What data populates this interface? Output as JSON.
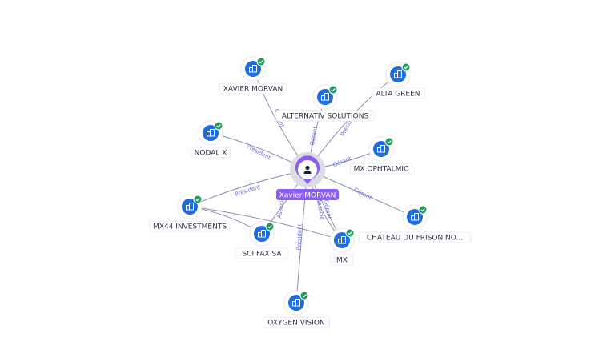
{
  "colors": {
    "node_blue": "#1f6be0",
    "check_green": "#1e9e57",
    "center_purple": "#8b5cf6",
    "edge_label": "#6d6fd8",
    "edge": "#8a8fb0"
  },
  "center": {
    "label": "Xavier MORVAN",
    "icon": "person-icon"
  },
  "companies": [
    {
      "id": "xavier-morvan",
      "label": "XAVIER MORVAN",
      "icon": "building-icon",
      "verified": true
    },
    {
      "id": "alternativ-solutions",
      "label": "ALTERNATIV SOLUTIONS",
      "icon": "building-icon",
      "verified": true
    },
    {
      "id": "alta-green",
      "label": "ALTA GREEN",
      "icon": "building-icon",
      "verified": true
    },
    {
      "id": "nodal-x",
      "label": "NODAL X",
      "icon": "building-icon",
      "verified": true
    },
    {
      "id": "mx-ophtalmic",
      "label": "MX OPHTALMIC",
      "icon": "building-icon",
      "verified": true
    },
    {
      "id": "mx44-investments",
      "label": "MX44 INVESTMENTS",
      "icon": "building-icon",
      "verified": true
    },
    {
      "id": "chateau-du-frison",
      "label": "CHATEAU DU FRISON NO...",
      "icon": "building-icon",
      "verified": true
    },
    {
      "id": "sci-fax-sa",
      "label": "SCI FAX SA",
      "icon": "building-icon",
      "verified": true
    },
    {
      "id": "mx",
      "label": "MX",
      "icon": "building-icon",
      "verified": true
    },
    {
      "id": "oxygen-vision",
      "label": "OXYGEN VISION",
      "icon": "building-icon",
      "verified": true
    }
  ],
  "edges": [
    {
      "to": "xavier-morvan",
      "label": "Gérant"
    },
    {
      "to": "alternativ-solutions",
      "label": "Gérant"
    },
    {
      "to": "alta-green",
      "label": "Président"
    },
    {
      "to": "nodal-x",
      "label": "Président"
    },
    {
      "to": "mx-ophtalmic",
      "label": "Gérant"
    },
    {
      "to": "mx44-investments",
      "label": "Président"
    },
    {
      "to": "chateau-du-frison",
      "label": "Gérant"
    },
    {
      "to": "sci-fax-sa",
      "label": "Associé"
    },
    {
      "to": "mx",
      "label": "Gérant"
    },
    {
      "to": "mx",
      "label": "Associé"
    },
    {
      "to": "oxygen-vision",
      "label": "Président"
    }
  ]
}
